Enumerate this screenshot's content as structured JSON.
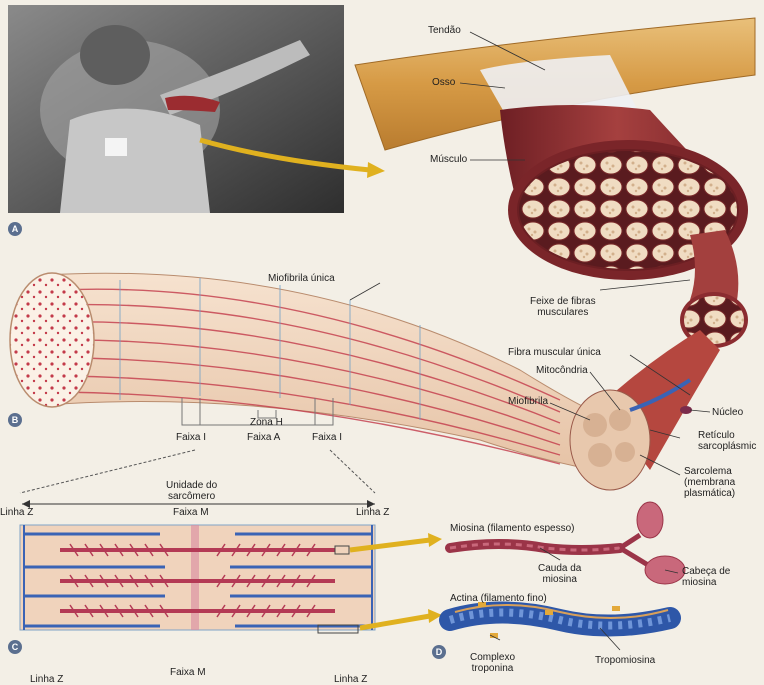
{
  "panel_a": {
    "badge": "A",
    "labels": {
      "tendao": "Tendão",
      "osso": "Osso",
      "musculo": "Músculo",
      "feixe": "Feixe de fibras\nmusculares"
    }
  },
  "panel_b": {
    "badge": "B",
    "labels": {
      "miofibrila_unica": "Miofibrila única",
      "fibra_muscular_unica": "Fibra muscular única",
      "mitocondria": "Mitocôndria",
      "miofibrila": "Miofibrila",
      "nucleo": "Núcleo",
      "reticulo": "Retículo\nsarcoplásmic",
      "sarcolema": "Sarcolema\n(membrana\nplasmática)",
      "zona_h": "Zona H",
      "faixa_i_1": "Faixa I",
      "faixa_a": "Faixa A",
      "faixa_i_2": "Faixa I"
    }
  },
  "panel_c": {
    "badge": "C",
    "labels": {
      "unidade": "Unidade do\nsarcômero",
      "faixa_m_top": "Faixa M",
      "linha_z_left": "Linha Z",
      "linha_z_right": "Linha Z",
      "faixa_m_bottom": "Faixa M",
      "linha_z_bottom_left": "Linha Z",
      "linha_z_bottom_right": "Linha Z"
    }
  },
  "panel_d": {
    "badge": "D",
    "labels": {
      "miosina": "Miosina (filamento espesso)",
      "cauda": "Cauda da\nmiosina",
      "cabeca": "Cabeça de\nmiosina",
      "actina": "Actina (filamento fino)",
      "complexo": "Complexo\ntroponina",
      "tropomiosina": "Tropomiosina"
    }
  },
  "colors": {
    "muscle": "#8e2f33",
    "bone": "#d9a75a",
    "myofibril": "#f1d9c4",
    "actin": "#3a63b5",
    "arrow": "#e0b11f"
  }
}
